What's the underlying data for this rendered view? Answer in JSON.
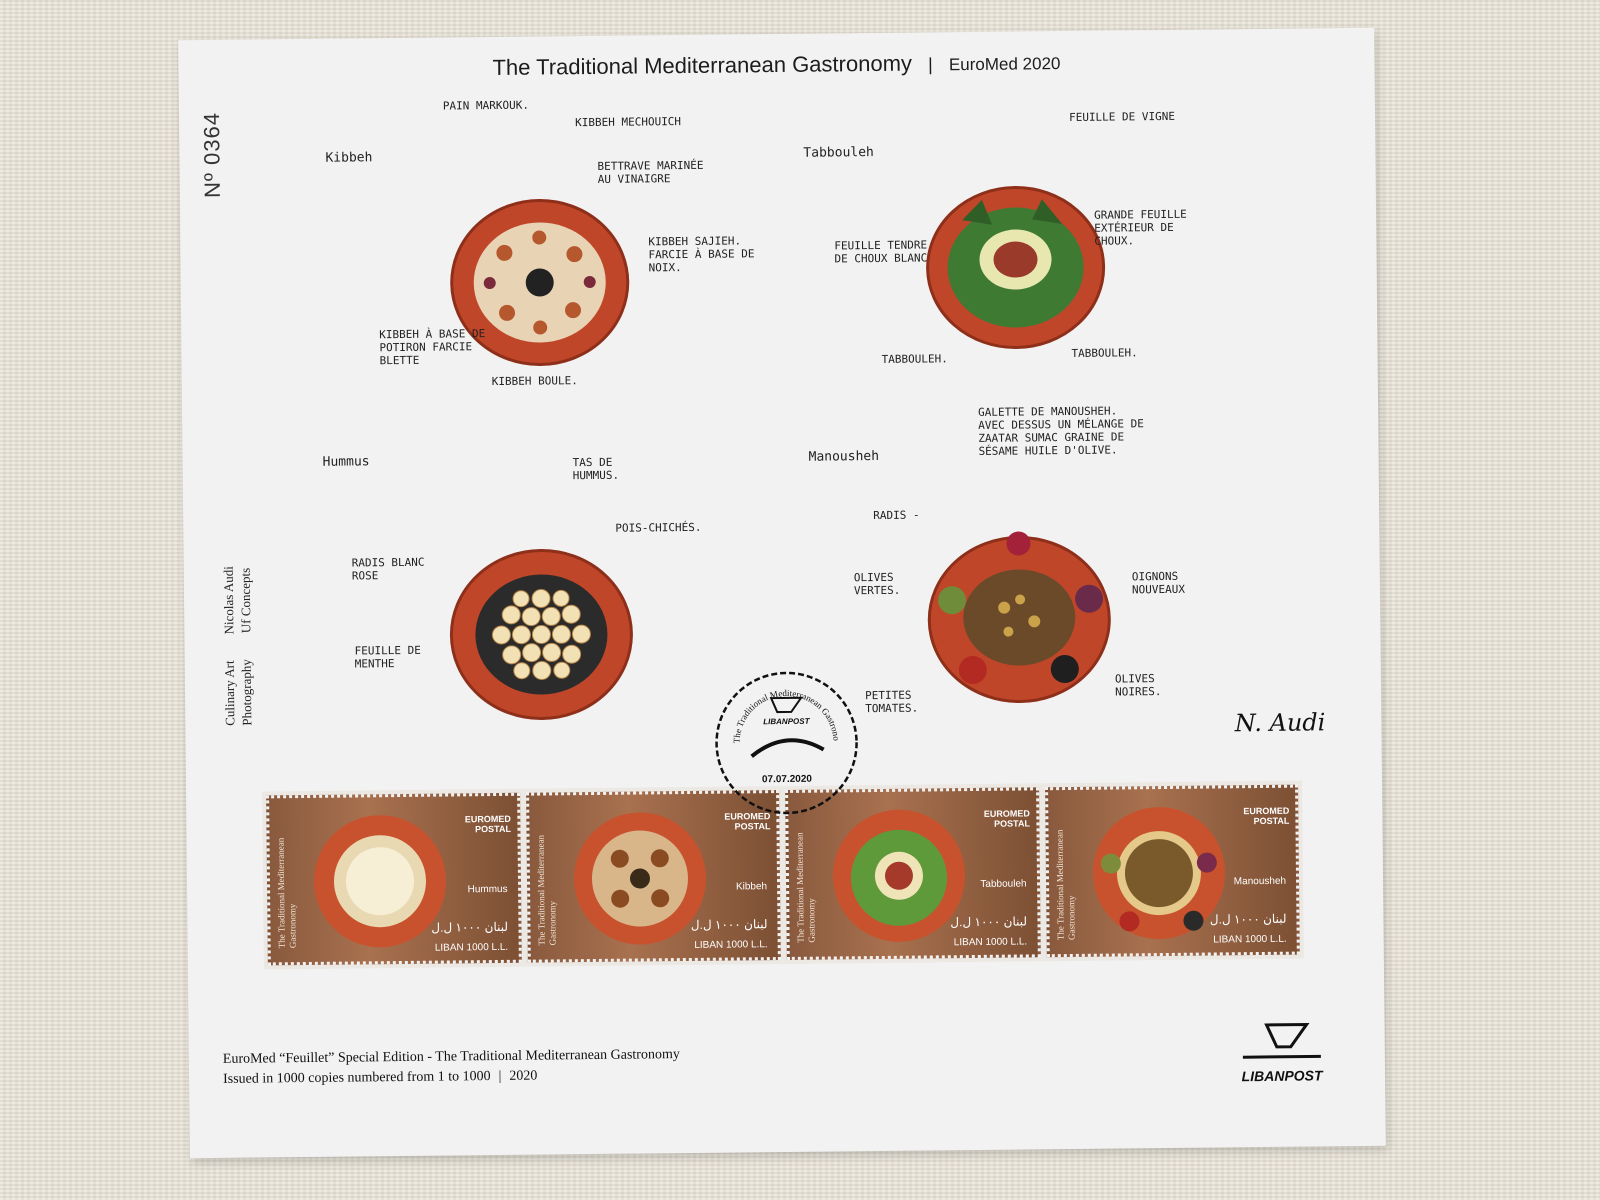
{
  "header": {
    "title": "The Traditional Mediterranean Gastronomy",
    "separator": "|",
    "subtitle": "EuroMed 2020"
  },
  "serial_number": "Nº 0364",
  "credits": {
    "role1": "Culinary Art",
    "name1": "Nicolas Audi",
    "role2": "Photography",
    "name2": "Uf Concepts"
  },
  "sketches": {
    "kibbeh": {
      "label": "Kibbeh",
      "notes": [
        "Pain markouk.",
        "Kibbeh mechouich",
        "Bettrave marinée au vinaigre",
        "Kibbeh sajieh. Farcie à base de noix.",
        "Kibbeh à base de potiron farcie blette",
        "Kibbeh boule."
      ]
    },
    "tabbouleh": {
      "label": "Tabbouleh",
      "notes": [
        "Feuille de vigne",
        "Grande feuille extérieur de choux.",
        "Feuille tendre de choux blanc",
        "Tabbouleh.",
        "Tabbouleh."
      ]
    },
    "hummus": {
      "label": "Hummus",
      "notes": [
        "Tas de hummus.",
        "Pois-chichés.",
        "Radis blanc rose",
        "Feuille de menthe"
      ]
    },
    "manousheh": {
      "label": "Manousheh",
      "notes": [
        "Galette de manousheh. Avec dessus un mélange de zaatar sumac graine de sésame huile d'olive.",
        "Radis -",
        "Olives vertes.",
        "Oignons nouveaux",
        "Petites tomates.",
        "Olives noires."
      ]
    }
  },
  "signature": "N. Audi",
  "postmark": {
    "brand": "LIBANPOST",
    "text": "The Traditional Mediterranean Gastronomy",
    "date": "07.07.2020"
  },
  "stamps": [
    {
      "side_title": "The Traditional Mediterranean Gastronomy",
      "dish": "Hummus",
      "logo_line1": "EUROMED",
      "logo_line2": "POSTAL",
      "arabic": "لبنان ١٠٠٠ ل.ل",
      "value": "LIBAN 1000 L.L."
    },
    {
      "side_title": "The Traditional Mediterranean Gastronomy",
      "dish": "Kibbeh",
      "logo_line1": "EUROMED",
      "logo_line2": "POSTAL",
      "arabic": "لبنان ١٠٠٠ ل.ل",
      "value": "LIBAN 1000 L.L."
    },
    {
      "side_title": "The Traditional Mediterranean Gastronomy",
      "dish": "Tabbouleh",
      "logo_line1": "EUROMED",
      "logo_line2": "POSTAL",
      "arabic": "لبنان ١٠٠٠ ل.ل",
      "value": "LIBAN 1000 L.L."
    },
    {
      "side_title": "The Traditional Mediterranean Gastronomy",
      "dish": "Manousheh",
      "logo_line1": "EUROMED",
      "logo_line2": "POSTAL",
      "arabic": "لبنان ١٠٠٠ ل.ل",
      "value": "LIBAN 1000 L.L."
    }
  ],
  "footer": {
    "line1": "EuroMed “Feuillet” Special Edition - The Traditional Mediterranean Gastronomy",
    "line2a": "Issued in 1000 copies numbered from 1 to 1000",
    "line2sep": "|",
    "line2b": "2020"
  },
  "brand": {
    "name": "LIBANPOST"
  },
  "colors": {
    "sheet": "#f3f2f3",
    "plate_red": "#c0462a",
    "plate_dark": "#8e2f1a",
    "stamp_wood": "#8a5a3e"
  }
}
